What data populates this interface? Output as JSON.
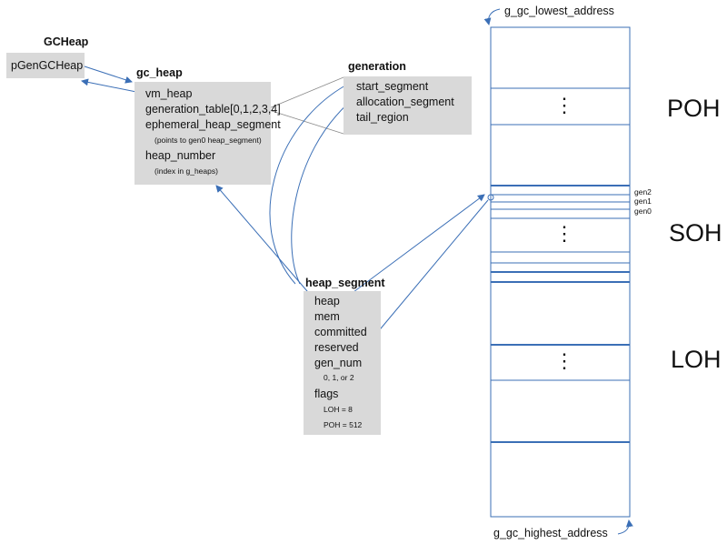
{
  "gcheap": {
    "title": "GCHeap",
    "field": "pGenGCHeap"
  },
  "gc_heap": {
    "title": "gc_heap",
    "fields": [
      "vm_heap",
      "generation_table[0,1,2,3,4]",
      "ephemeral_heap_segment",
      "(points to gen0 heap_segment)",
      "heap_number",
      "(index in g_heaps)"
    ]
  },
  "generation": {
    "title": "generation",
    "fields": [
      "start_segment",
      "allocation_segment",
      "tail_region"
    ]
  },
  "heap_segment": {
    "title": "heap_segment",
    "fields": [
      "heap",
      "mem",
      "committed",
      "reserved",
      "gen_num",
      "0, 1, or 2",
      "flags",
      "LOH = 8",
      "POH = 512"
    ]
  },
  "address_space": {
    "lowest": "g_gc_lowest_address",
    "highest": "g_gc_highest_address",
    "gen_labels": [
      "gen2",
      "gen1",
      "gen0"
    ],
    "regions": [
      "POH",
      "SOH",
      "LOH"
    ],
    "ellipsis": "⋮"
  },
  "colors": {
    "line": "#3b6fb6",
    "box": "#d9d9d9",
    "connector": "#8a8a8a"
  }
}
